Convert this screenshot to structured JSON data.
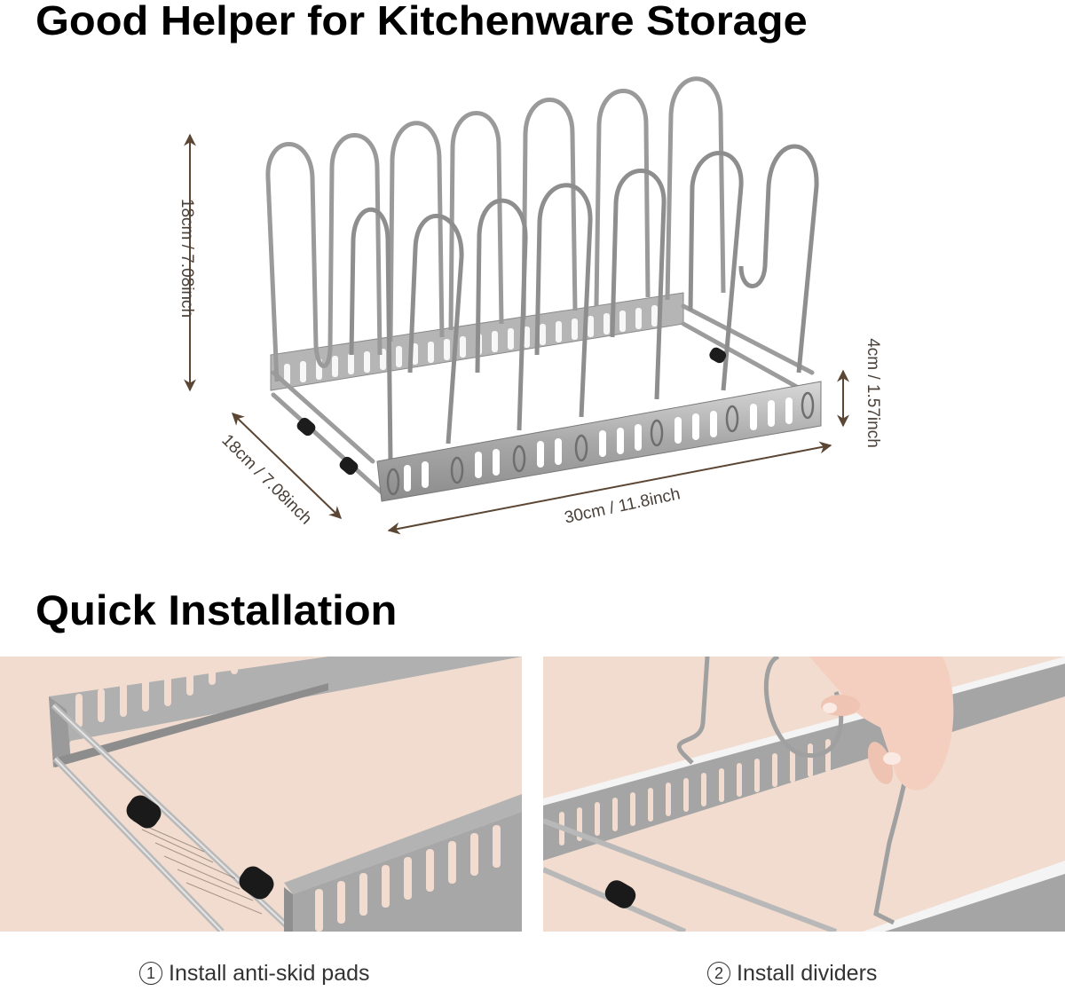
{
  "headings": {
    "main": "Good Helper for Kitchenware Storage",
    "installation": "Quick Installation"
  },
  "dimensions": {
    "height": "18cm / 7.08inch",
    "depth": "18cm / 7.08inch",
    "width": "30cm / 11.8inch",
    "base_height": "4cm / 1.57inch"
  },
  "steps": [
    {
      "number": "1",
      "label": "Install anti-skid pads"
    },
    {
      "number": "2",
      "label": "Install dividers"
    }
  ],
  "colors": {
    "arrow": "#5b4634",
    "panel_background": "#f1dccf",
    "steel": "#a9a9a9",
    "pad": "#1c1c1c",
    "caption_text": "#333333"
  }
}
